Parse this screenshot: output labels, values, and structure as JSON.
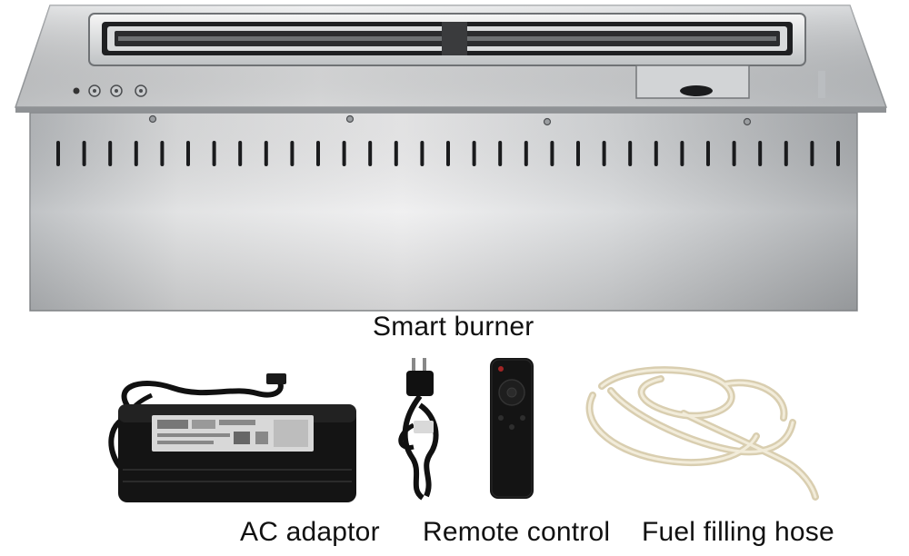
{
  "product": {
    "name": "Smart burner"
  },
  "accessories": [
    {
      "label": "AC adaptor",
      "icon": "ac-adaptor-icon"
    },
    {
      "label": "Remote control",
      "icon": "remote-control-icon"
    },
    {
      "label": "Fuel filling hose",
      "icon": "fuel-hose-icon"
    }
  ],
  "colors": {
    "steel_light": "#e2e3e4",
    "steel_dark": "#9ea1a4",
    "adaptor_black": "#141414",
    "hose_cream": "#efe6cf"
  }
}
